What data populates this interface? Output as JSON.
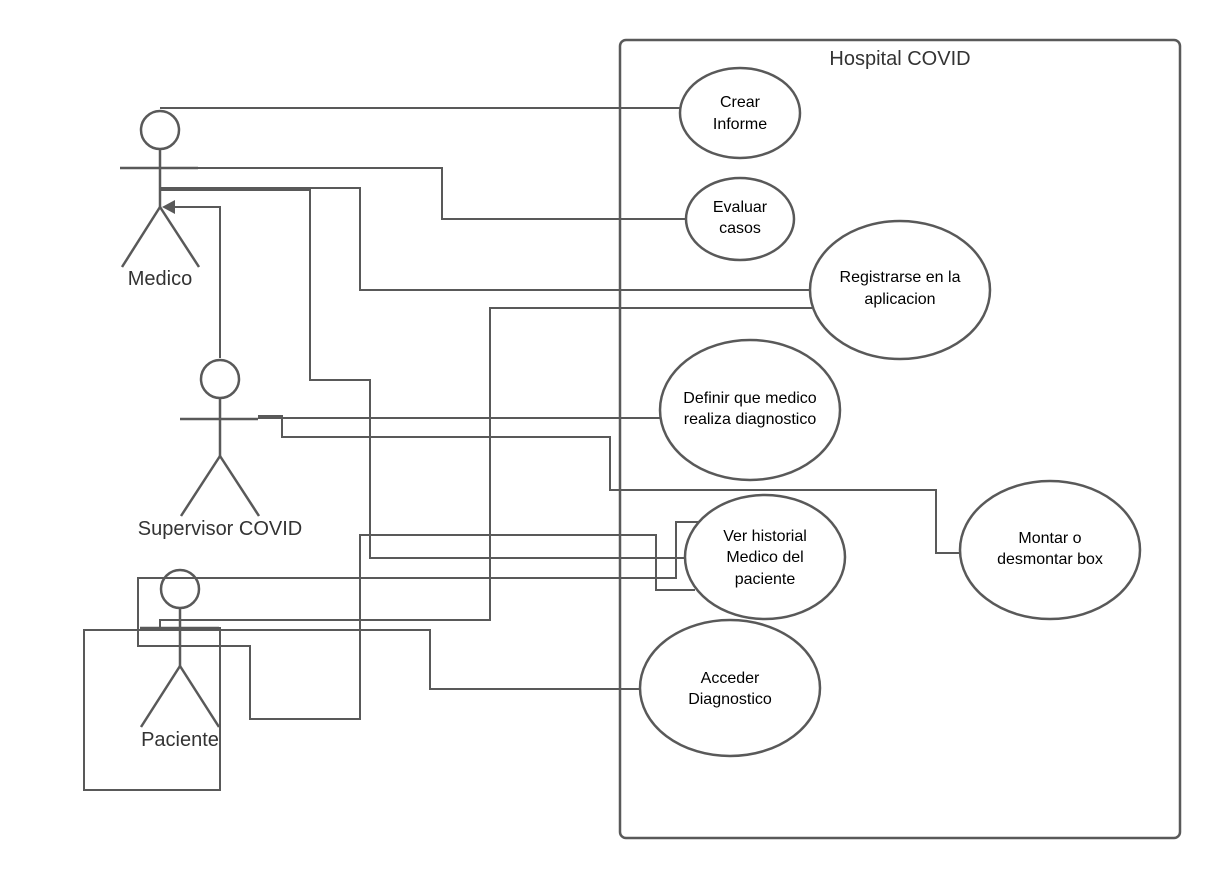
{
  "system": {
    "title": "Hospital COVID"
  },
  "actors": {
    "medico": {
      "label": "Medico"
    },
    "supervisor": {
      "label": "Supervisor COVID"
    },
    "paciente": {
      "label": "Paciente"
    }
  },
  "use_cases": {
    "crear_informe": {
      "lines": [
        "Crear",
        "Informe"
      ]
    },
    "evaluar_casos": {
      "lines": [
        "Evaluar",
        "casos"
      ]
    },
    "registrarse": {
      "lines": [
        "Registrarse en la",
        "aplicacion"
      ]
    },
    "definir_medico": {
      "lines": [
        "Definir que medico",
        "realiza diagnostico"
      ]
    },
    "montar_box": {
      "lines": [
        "Montar o",
        "desmontar box"
      ]
    },
    "ver_historial": {
      "lines": [
        "Ver historial",
        "Medico del",
        "paciente"
      ]
    },
    "acceder_diagnostico": {
      "lines": [
        "Acceder",
        "Diagnostico"
      ]
    }
  },
  "colors": {
    "line": "#595959",
    "text": "#000000",
    "background": "#ffffff"
  }
}
